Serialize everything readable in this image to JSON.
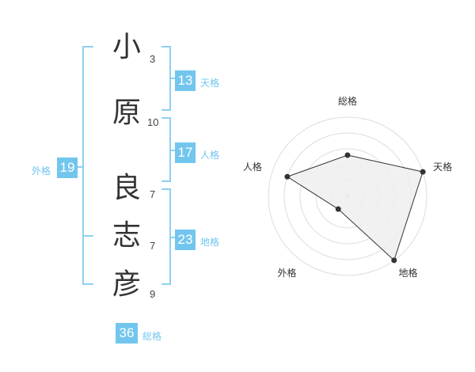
{
  "name": {
    "characters": [
      {
        "char": "小",
        "strokes": "3"
      },
      {
        "char": "原",
        "strokes": "10"
      },
      {
        "char": "良",
        "strokes": "7"
      },
      {
        "char": "志",
        "strokes": "7"
      },
      {
        "char": "彦",
        "strokes": "9"
      }
    ]
  },
  "fortune": {
    "tenkaku": {
      "value": "13",
      "label": "天格"
    },
    "jinkaku": {
      "value": "17",
      "label": "人格"
    },
    "chikaku": {
      "value": "23",
      "label": "地格"
    },
    "gaikaku": {
      "value": "19",
      "label": "外格"
    },
    "soukaku": {
      "value": "36",
      "label": "総格"
    }
  },
  "chart_data": {
    "type": "radar",
    "axes": [
      "総格",
      "天格",
      "地格",
      "外格",
      "人格"
    ],
    "values": [
      2.6,
      5,
      5,
      1.0,
      4
    ],
    "max": 5,
    "rings": 5,
    "colors": {
      "fill": "#eeeeee",
      "line": "#333333",
      "grid": "#dddddd"
    }
  }
}
